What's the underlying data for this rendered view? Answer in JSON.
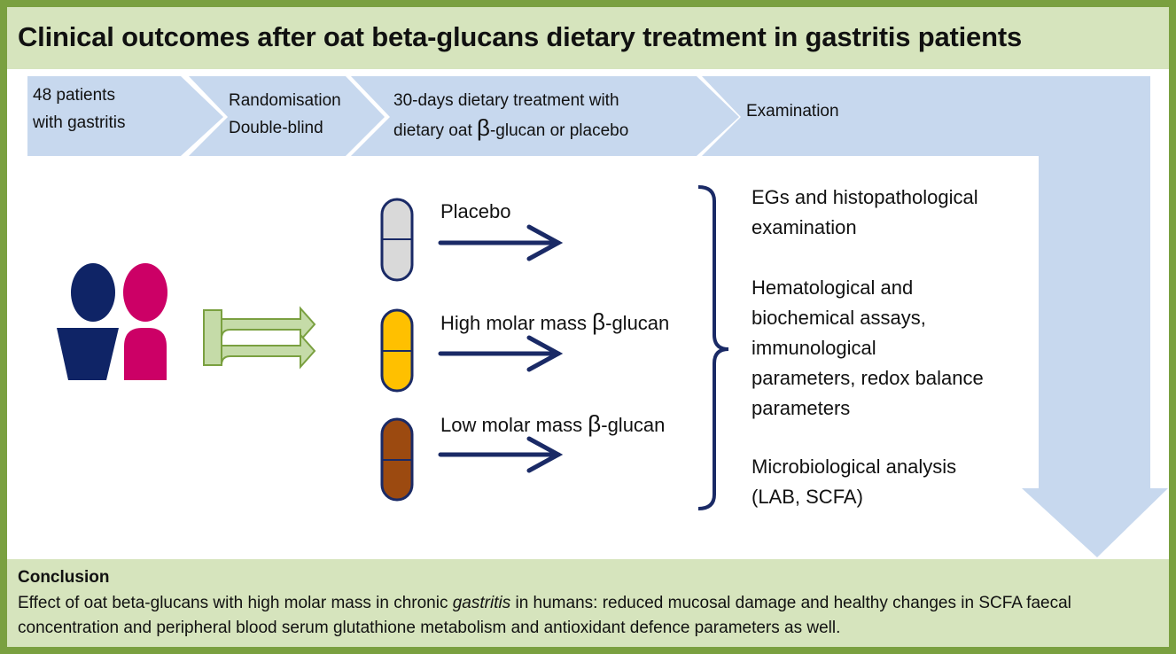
{
  "title": "Clinical outcomes after oat beta-glucans dietary treatment in gastritis patients",
  "steps": [
    {
      "line1": "48 patients",
      "line2": "with gastritis"
    },
    {
      "line1": "Randomisation",
      "line2": "Double-blind"
    },
    {
      "line1": "30-days dietary treatment with",
      "line2_pre": "dietary oat ",
      "line2_beta": "β",
      "line2_post": "-glucan or placebo"
    },
    {
      "line1": "Examination"
    }
  ],
  "groups": [
    {
      "label_pre": "Placebo",
      "label_beta": "",
      "label_post": "",
      "capsule_color": "#d9d9d9"
    },
    {
      "label_pre": "High molar mass ",
      "label_beta": "β",
      "label_post": "-glucan",
      "capsule_color": "#ffc000"
    },
    {
      "label_pre": "Low molar mass ",
      "label_beta": "β",
      "label_post": "-glucan",
      "capsule_color": "#9c4a10"
    }
  ],
  "outcomes": [
    {
      "lines": [
        "EGs and histopathological",
        "examination"
      ]
    },
    {
      "lines": [
        "Hematological and",
        "biochemical assays,",
        "immunological",
        "parameters, redox balance",
        "parameters"
      ]
    },
    {
      "lines": [
        "Microbiological analysis",
        "(LAB, SCFA)"
      ]
    }
  ],
  "conclusion": {
    "heading": "Conclusion",
    "text_pre": "Effect of oat beta-glucans with high molar mass in chronic ",
    "text_italic": "gastritis",
    "text_post": " in humans: reduced mucosal damage and healthy changes in SCFA faecal concentration and peripheral blood serum glutathione metabolism and antioxidant defence parameters as well."
  },
  "colors": {
    "frame": "#7aa040",
    "band_green": "#d6e4bd",
    "flow_blue": "#c7d8ee",
    "arrow_navy": "#1a2a66",
    "person_navy": "#0f2466",
    "person_magenta": "#cc0066",
    "split_arrow_green": "#c5dba8"
  },
  "icons": [
    "patients-pictogram",
    "split-arrow-icon",
    "capsule-icon",
    "right-arrow-icon",
    "curly-brace-icon"
  ]
}
